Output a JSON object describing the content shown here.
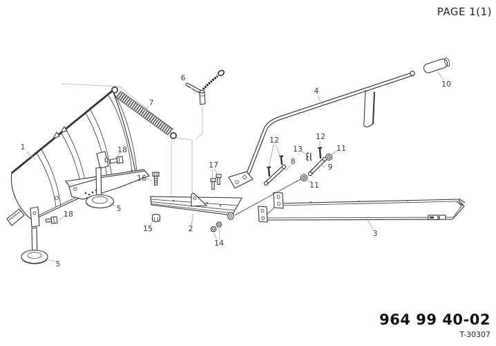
{
  "header": {
    "page_label": "PAGE 1(1)"
  },
  "footer": {
    "part_number": "964 99 40-02",
    "doc_code": "T-30307"
  },
  "colors": {
    "background": "#ffffff",
    "ink": "#333333",
    "leader": "#a8a8a8"
  },
  "callouts": [
    {
      "label": "1"
    },
    {
      "label": "7"
    },
    {
      "label": "6"
    },
    {
      "label": "4"
    },
    {
      "label": "10"
    },
    {
      "label": "12"
    },
    {
      "label": "12"
    },
    {
      "label": "13"
    },
    {
      "label": "11"
    },
    {
      "label": "8"
    },
    {
      "label": "9"
    },
    {
      "label": "11"
    },
    {
      "label": "18"
    },
    {
      "label": "16"
    },
    {
      "label": "17"
    },
    {
      "label": "15"
    },
    {
      "label": "2"
    },
    {
      "label": "14"
    },
    {
      "label": "5"
    },
    {
      "label": "18"
    },
    {
      "label": "5"
    },
    {
      "label": "3"
    }
  ]
}
